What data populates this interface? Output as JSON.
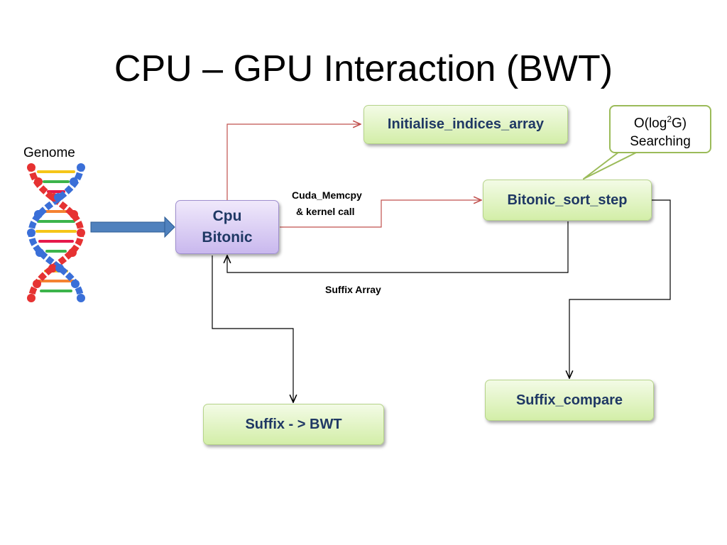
{
  "title": "CPU – GPU Interaction (BWT)",
  "genome_label": "Genome",
  "cpu_box": {
    "line1": "Cpu",
    "line2": "Bitonic"
  },
  "boxes": {
    "initialise": "Initialise_indices_array",
    "bitonic_step": "Bitonic_sort_step",
    "suffix_compare": "Suffix_compare",
    "suffix_bwt": "Suffix - > BWT"
  },
  "edge_labels": {
    "cuda_line1": "Cuda_Memcpy",
    "cuda_line2": "& kernel call",
    "suffix_array": "Suffix Array"
  },
  "callout": {
    "prefix": "O(log",
    "sup": "2",
    "suffix": "G)",
    "line2": "Searching"
  },
  "colors": {
    "red_arrow": "#c0504d",
    "black_arrow": "#000000",
    "green_box": "#d3eea8",
    "purple_box": "#c9b8ee",
    "text_blue": "#1f3864"
  }
}
